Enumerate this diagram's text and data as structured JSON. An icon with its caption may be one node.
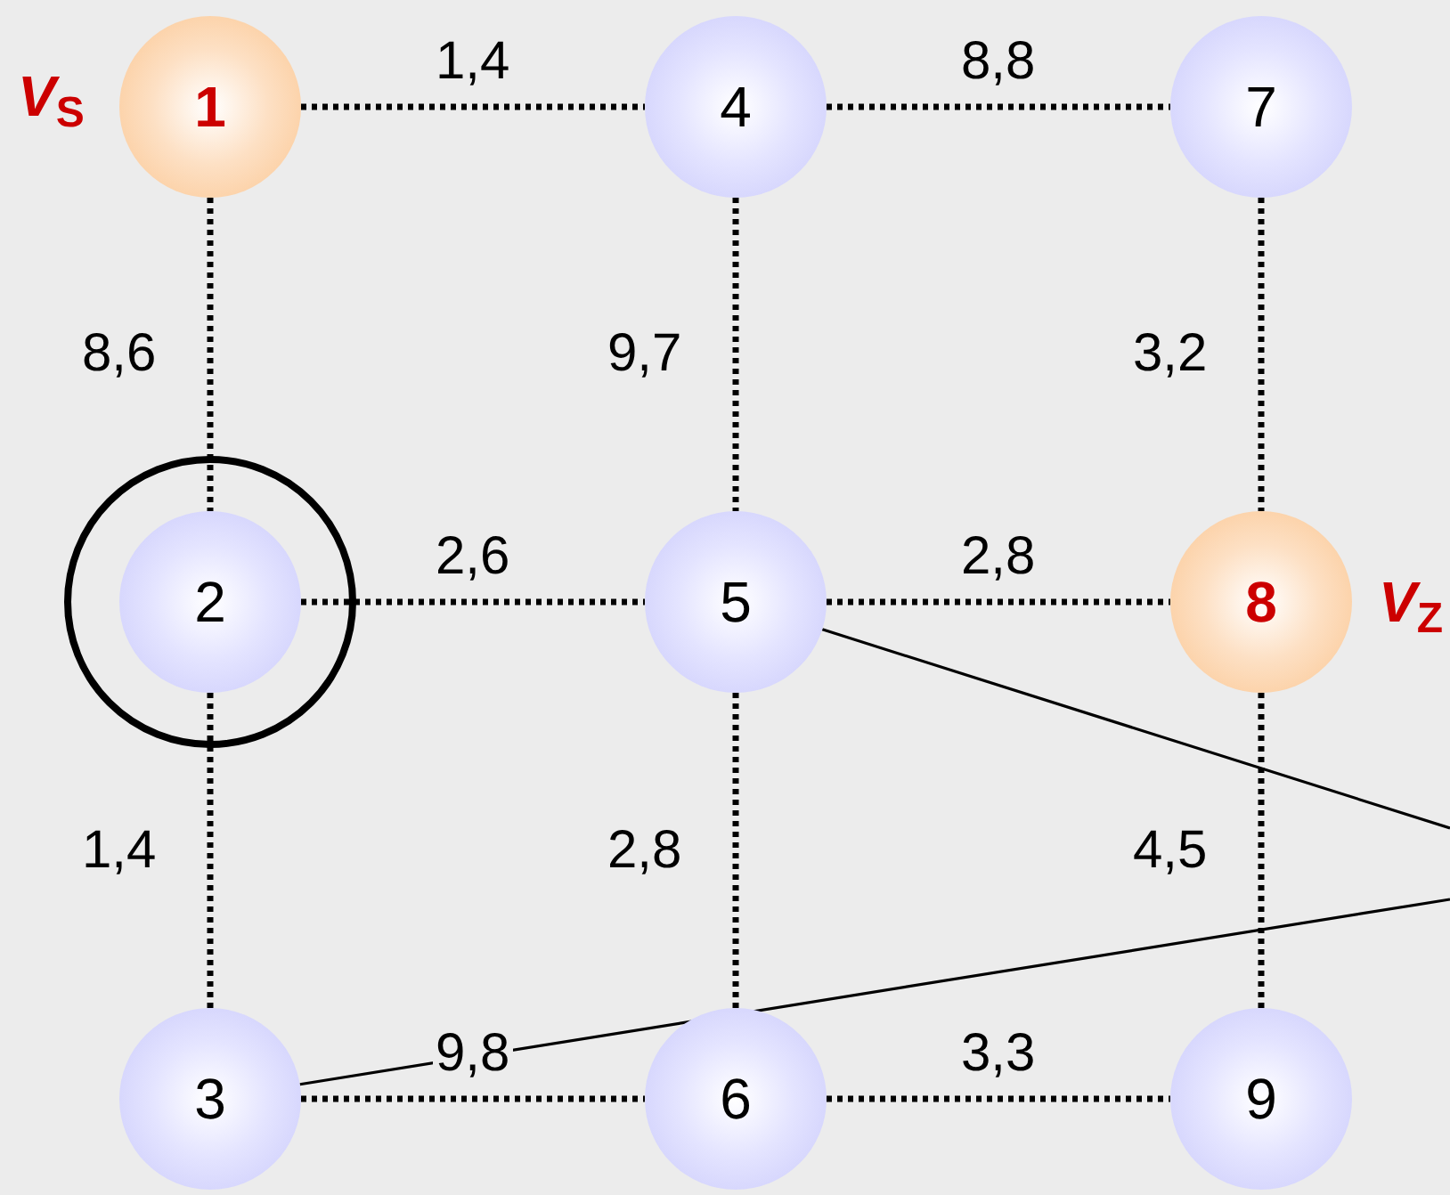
{
  "diagram": {
    "nodes": [
      {
        "text": [
          "1"
        ],
        "beside": [
          "*V*$_{S}$"
        ]
      },
      {
        "text": [
          "4"
        ]
      },
      {
        "text": [
          "7"
        ]
      },
      {
        "text": [],
        "shape": "circle"
      },
      {
        "text": [
          "2"
        ],
        "in": 3
      },
      {
        "text": [
          "5"
        ]
      },
      {
        "text": [
          "8"
        ],
        "beside": [
          "*V*$_{Z}$"
        ]
      },
      {
        "text": [
          "3"
        ]
      },
      {
        "text": [
          "6"
        ]
      },
      {
        "text": [
          "9"
        ]
      }
    ],
    "edges": [
      {
        "from": 0,
        "to": 1,
        "arrow": "none",
        "label": "1,4",
        "style": "dashed"
      },
      {
        "from": 1,
        "to": 2,
        "arrow": "none",
        "label": "8,8",
        "style": "dashed"
      },
      {
        "from": 0,
        "to": 4,
        "arrow": "none",
        "label": "8,6",
        "style": "dashed"
      },
      {
        "from": 1,
        "to": 5,
        "arrow": "none",
        "label": "9,7",
        "style": "dashed"
      },
      {
        "from": 2,
        "to": 6,
        "arrow": "none",
        "label": "3,2",
        "style": "dashed"
      },
      {
        "from": 4,
        "to": 5,
        "arrow": "none",
        "label": "2,6",
        "style": "dashed"
      },
      {
        "from": 5,
        "to": 6,
        "arrow": "none",
        "label": "2,8",
        "style": "dashed"
      },
      {
        "from": 4,
        "to": 7,
        "arrow": "none",
        "label": "1,4",
        "style": "dashed"
      },
      {
        "from": 5,
        "to": 8,
        "arrow": "none",
        "label": "2,8",
        "style": "dashed"
      },
      {
        "from": 6,
        "to": 9,
        "arrow": "none",
        "label": "4,5",
        "style": "dashed"
      },
      {
        "from": 7,
        "to": 8,
        "arrow": "none",
        "label": "9,8",
        "style": "dashed"
      },
      {
        "from": 8,
        "to": 9,
        "arrow": "none",
        "label": "3,3",
        "style": "dashed"
      },
      {
        "from": 5,
        "to": null,
        "arrow": "none"
      },
      {
        "from": 7,
        "to": null,
        "arrow": "none"
      }
    ]
  }
}
